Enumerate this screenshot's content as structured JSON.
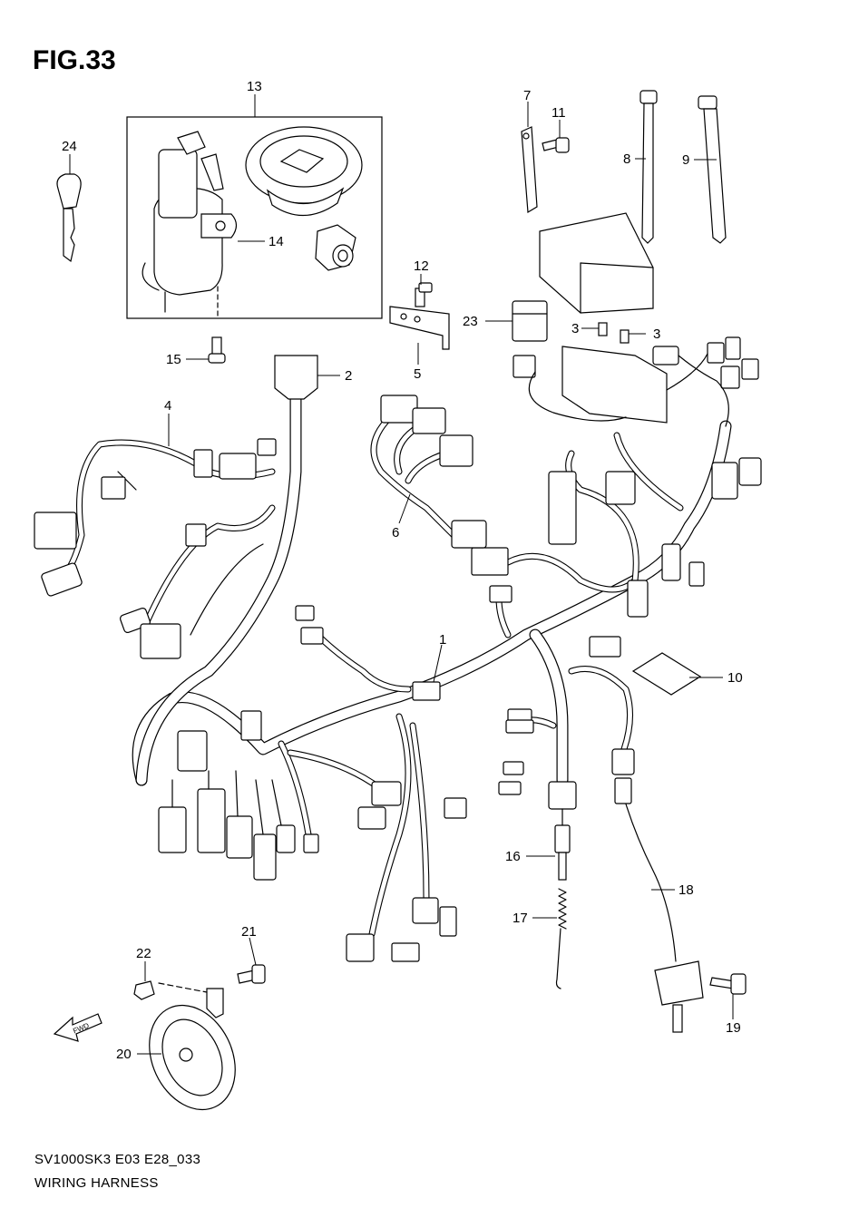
{
  "header": {
    "title": "FIG.33"
  },
  "footer": {
    "model_code": "SV1000SK3 E03 E28_033",
    "section_name": "WIRING HARNESS"
  },
  "fwd_label": "FWD",
  "callouts": [
    {
      "id": "c1",
      "label": "1"
    },
    {
      "id": "c2",
      "label": "2"
    },
    {
      "id": "c3a",
      "label": "3"
    },
    {
      "id": "c3b",
      "label": "3"
    },
    {
      "id": "c4",
      "label": "4"
    },
    {
      "id": "c5",
      "label": "5"
    },
    {
      "id": "c6",
      "label": "6"
    },
    {
      "id": "c7",
      "label": "7"
    },
    {
      "id": "c8",
      "label": "8"
    },
    {
      "id": "c9",
      "label": "9"
    },
    {
      "id": "c10",
      "label": "10"
    },
    {
      "id": "c11",
      "label": "11"
    },
    {
      "id": "c12",
      "label": "12"
    },
    {
      "id": "c13",
      "label": "13"
    },
    {
      "id": "c14",
      "label": "14"
    },
    {
      "id": "c15",
      "label": "15"
    },
    {
      "id": "c16",
      "label": "16"
    },
    {
      "id": "c17",
      "label": "17"
    },
    {
      "id": "c18",
      "label": "18"
    },
    {
      "id": "c19",
      "label": "19"
    },
    {
      "id": "c20",
      "label": "20"
    },
    {
      "id": "c21",
      "label": "21"
    },
    {
      "id": "c22",
      "label": "22"
    },
    {
      "id": "c23",
      "label": "23"
    },
    {
      "id": "c24",
      "label": "24"
    }
  ]
}
